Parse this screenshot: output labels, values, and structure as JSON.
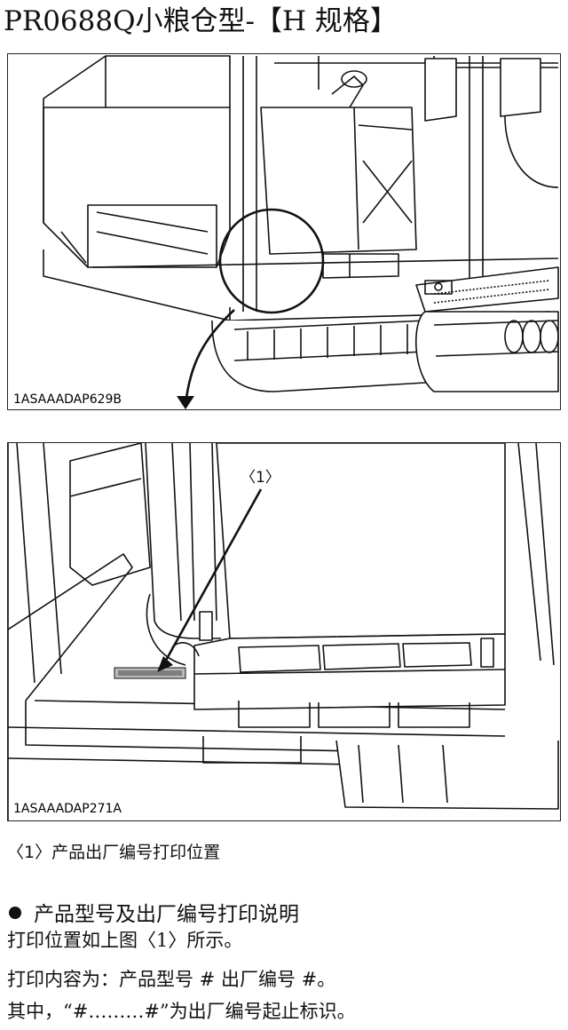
{
  "header": {
    "title": "PR0688Q小粮仓型-【H 规格】"
  },
  "figure_top": {
    "code": "1ASAAADAP629B"
  },
  "figure_bottom": {
    "code": "1ASAAADAP271A",
    "callout": "〈1〉"
  },
  "caption": "〈1〉产品出厂编号打印位置",
  "section": {
    "heading": "产品型号及出厂编号打印说明",
    "lines": [
      "打印位置如上图〈1〉所示。",
      "打印内容为：产品型号 # 出厂编号 #。",
      "其中，“#………#”为出厂编号起止标识。"
    ]
  }
}
